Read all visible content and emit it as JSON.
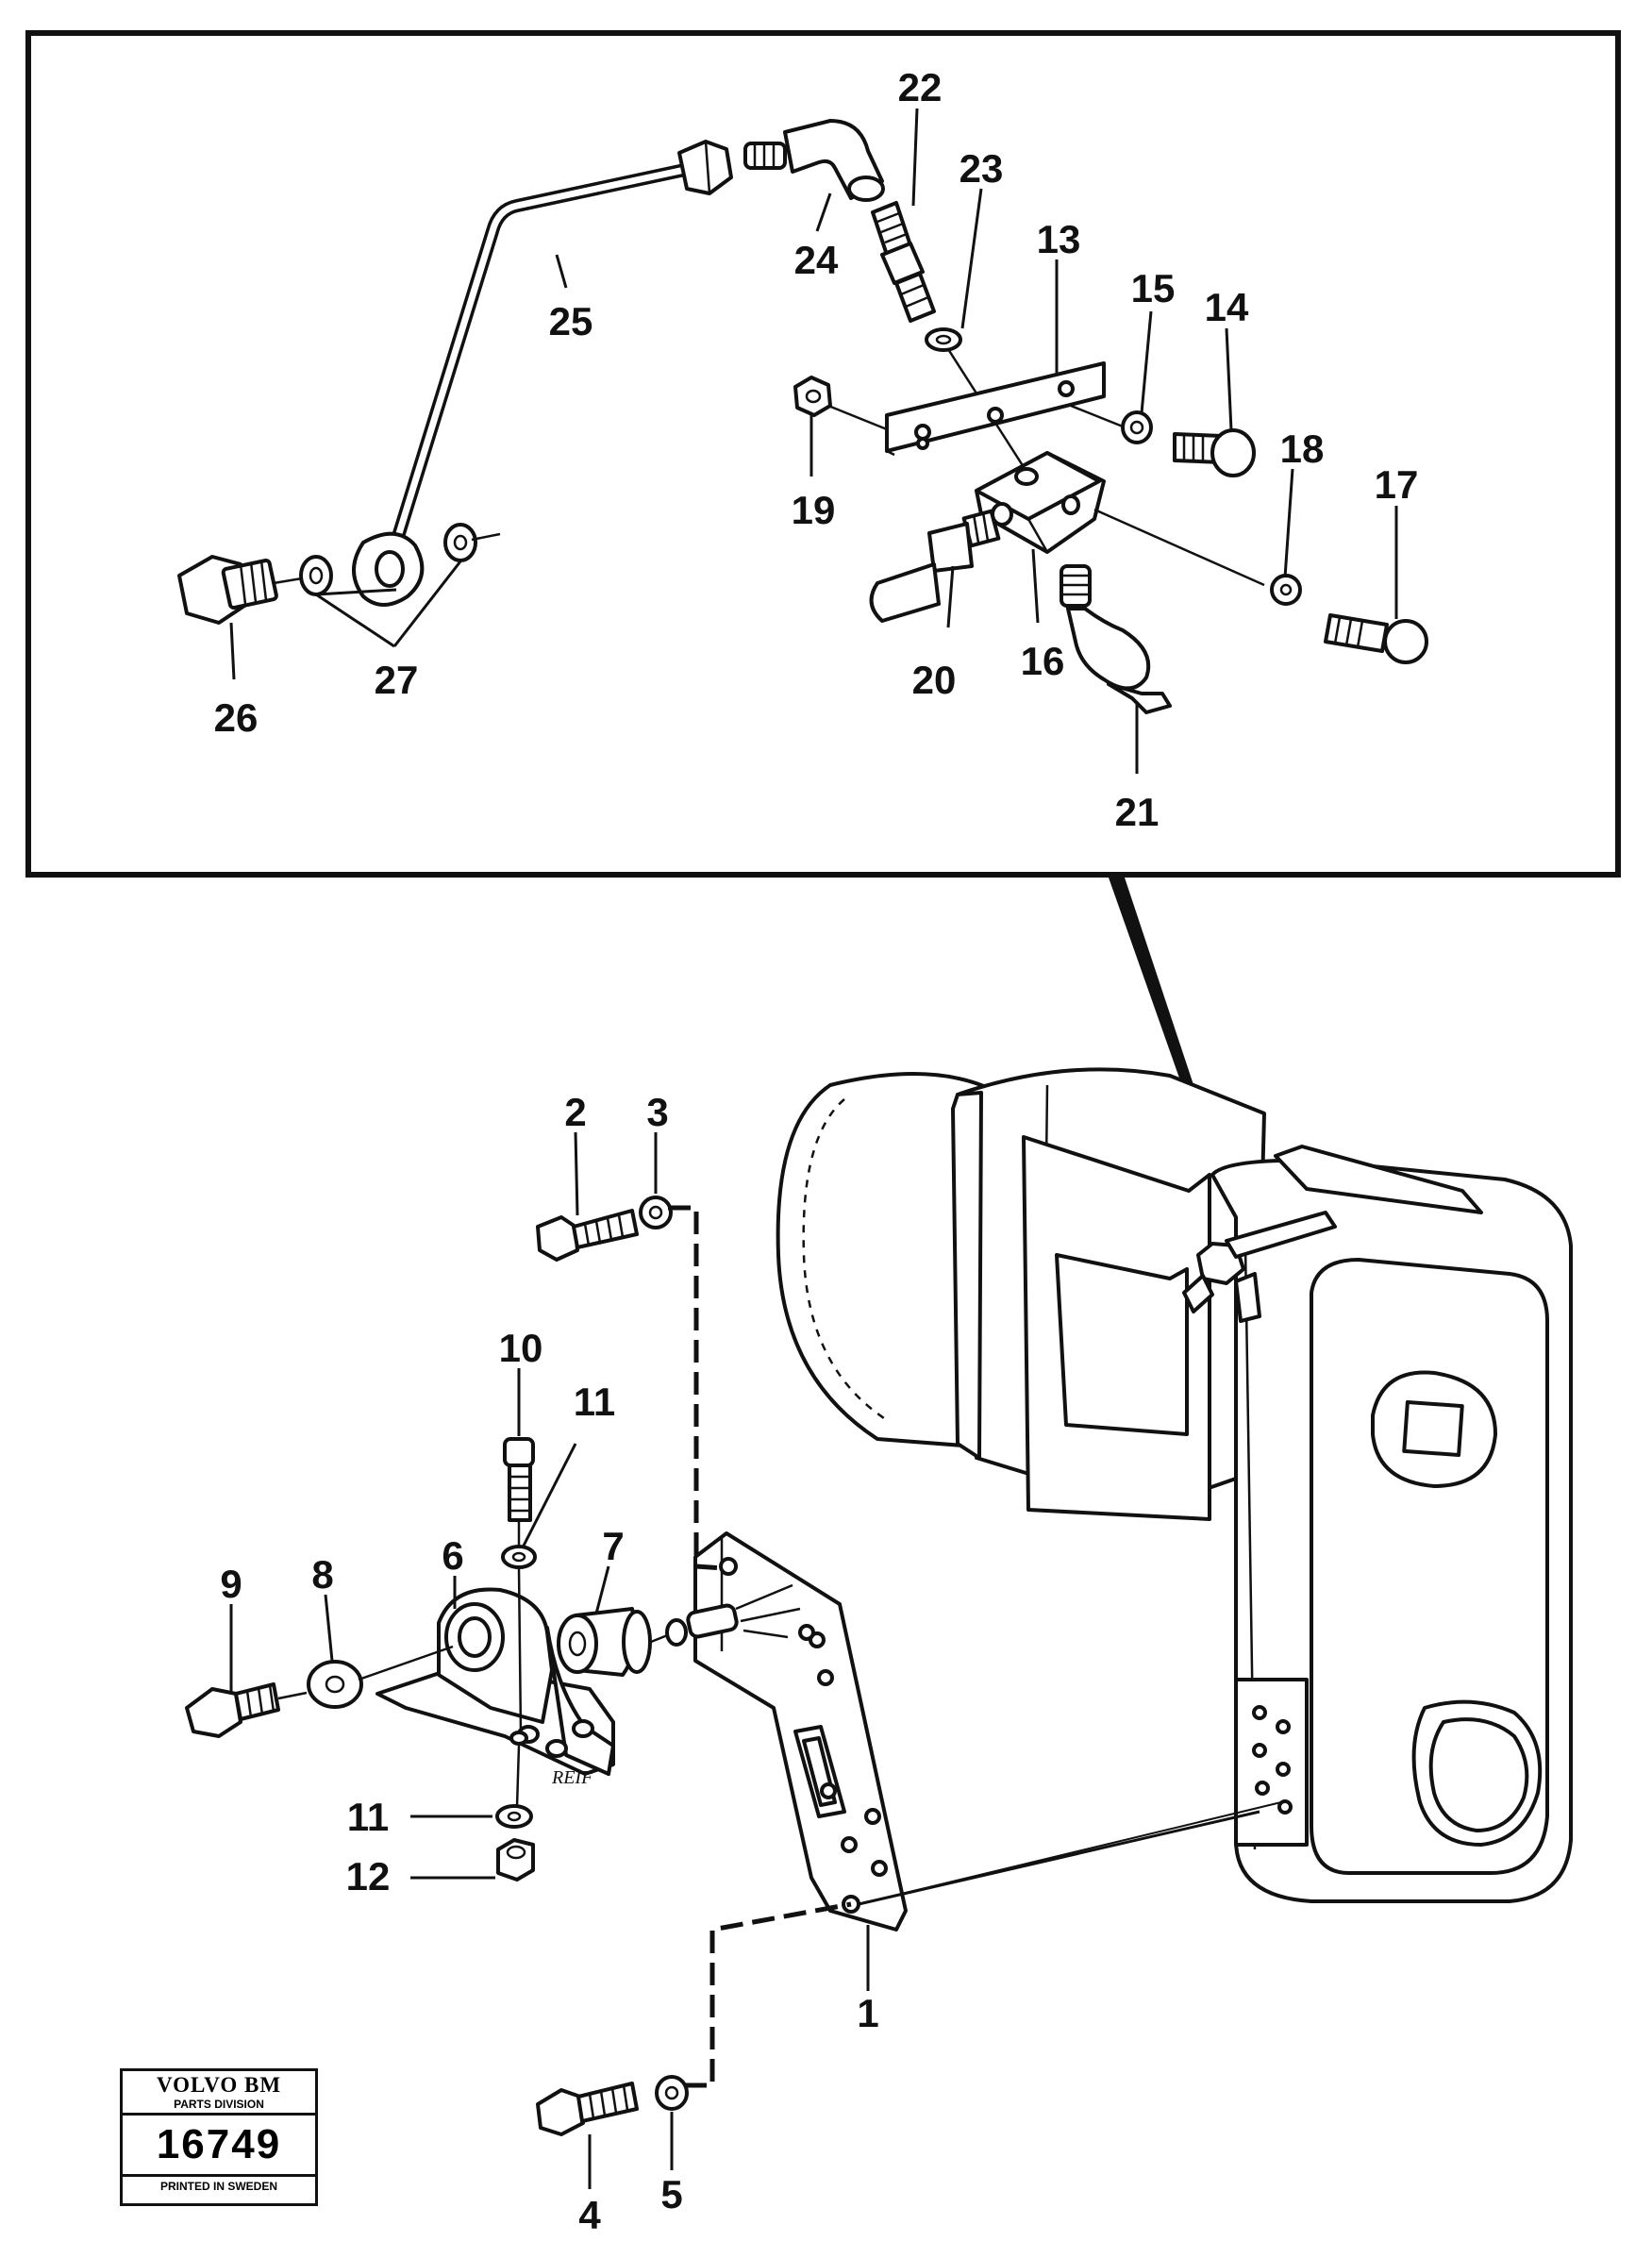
{
  "callouts": [
    {
      "id": "1",
      "text": "1"
    },
    {
      "id": "2",
      "text": "2"
    },
    {
      "id": "3",
      "text": "3"
    },
    {
      "id": "4",
      "text": "4"
    },
    {
      "id": "5",
      "text": "5"
    },
    {
      "id": "6",
      "text": "6"
    },
    {
      "id": "7",
      "text": "7"
    },
    {
      "id": "8",
      "text": "8"
    },
    {
      "id": "9",
      "text": "9"
    },
    {
      "id": "10",
      "text": "10"
    },
    {
      "id": "11a",
      "text": "11"
    },
    {
      "id": "11b",
      "text": "11"
    },
    {
      "id": "12",
      "text": "12"
    },
    {
      "id": "13",
      "text": "13"
    },
    {
      "id": "14",
      "text": "14"
    },
    {
      "id": "15",
      "text": "15"
    },
    {
      "id": "16",
      "text": "16"
    },
    {
      "id": "17",
      "text": "17"
    },
    {
      "id": "18",
      "text": "18"
    },
    {
      "id": "19",
      "text": "19"
    },
    {
      "id": "20",
      "text": "20"
    },
    {
      "id": "21",
      "text": "21"
    },
    {
      "id": "22",
      "text": "22"
    },
    {
      "id": "23",
      "text": "23"
    },
    {
      "id": "24",
      "text": "24"
    },
    {
      "id": "25",
      "text": "25"
    },
    {
      "id": "26",
      "text": "26"
    },
    {
      "id": "27",
      "text": "27"
    }
  ],
  "bracket_marking": "REIF",
  "logo": {
    "brand": "VOLVO BM",
    "division": "PARTS DIVISION",
    "number": "16749",
    "printed": "PRINTED IN SWEDEN"
  }
}
